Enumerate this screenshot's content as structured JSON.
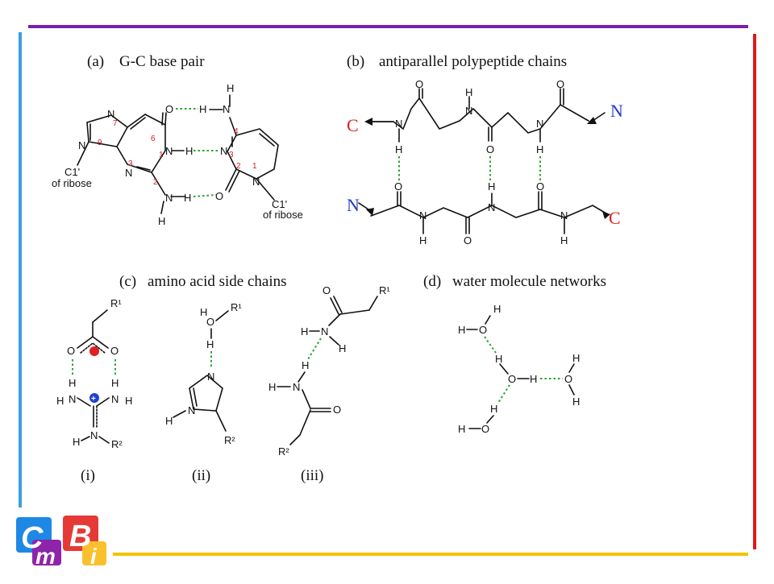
{
  "colors": {
    "top_rule": "#7a1fb0",
    "left_rule": "#3aa0e0",
    "right_rule": "#e01818",
    "bottom_rule": "#f2c400",
    "hbond": "#2aa52a",
    "term_c": "#e02020",
    "term_n": "#2238c8"
  },
  "panels": {
    "a": {
      "tag": "(a)",
      "title": "G-C base pair"
    },
    "b": {
      "tag": "(b)",
      "title": "antiparallel polypeptide chains"
    },
    "c": {
      "tag": "(c)",
      "title": "amino acid side chains"
    },
    "d": {
      "tag": "(d)",
      "title": "water molecule networks"
    }
  },
  "base_pair": {
    "ribose_label": "C1'",
    "ribose_sub": "of ribose",
    "ring_numbers": [
      "7",
      "9",
      "3",
      "2",
      "6",
      "1",
      "4",
      "3",
      "2",
      "1"
    ]
  },
  "chains": {
    "c_label": "C",
    "n_label": "N"
  },
  "subpanels": {
    "i": "(i)",
    "ii": "(ii)",
    "iii": "(iii)"
  },
  "groups": {
    "r1": "R¹",
    "r2": "R²"
  },
  "logo": {
    "letters": [
      "C",
      "m",
      "B",
      "i"
    ],
    "colors": [
      "#1e88e5",
      "#8e24aa",
      "#e53935",
      "#fbc02d"
    ]
  }
}
